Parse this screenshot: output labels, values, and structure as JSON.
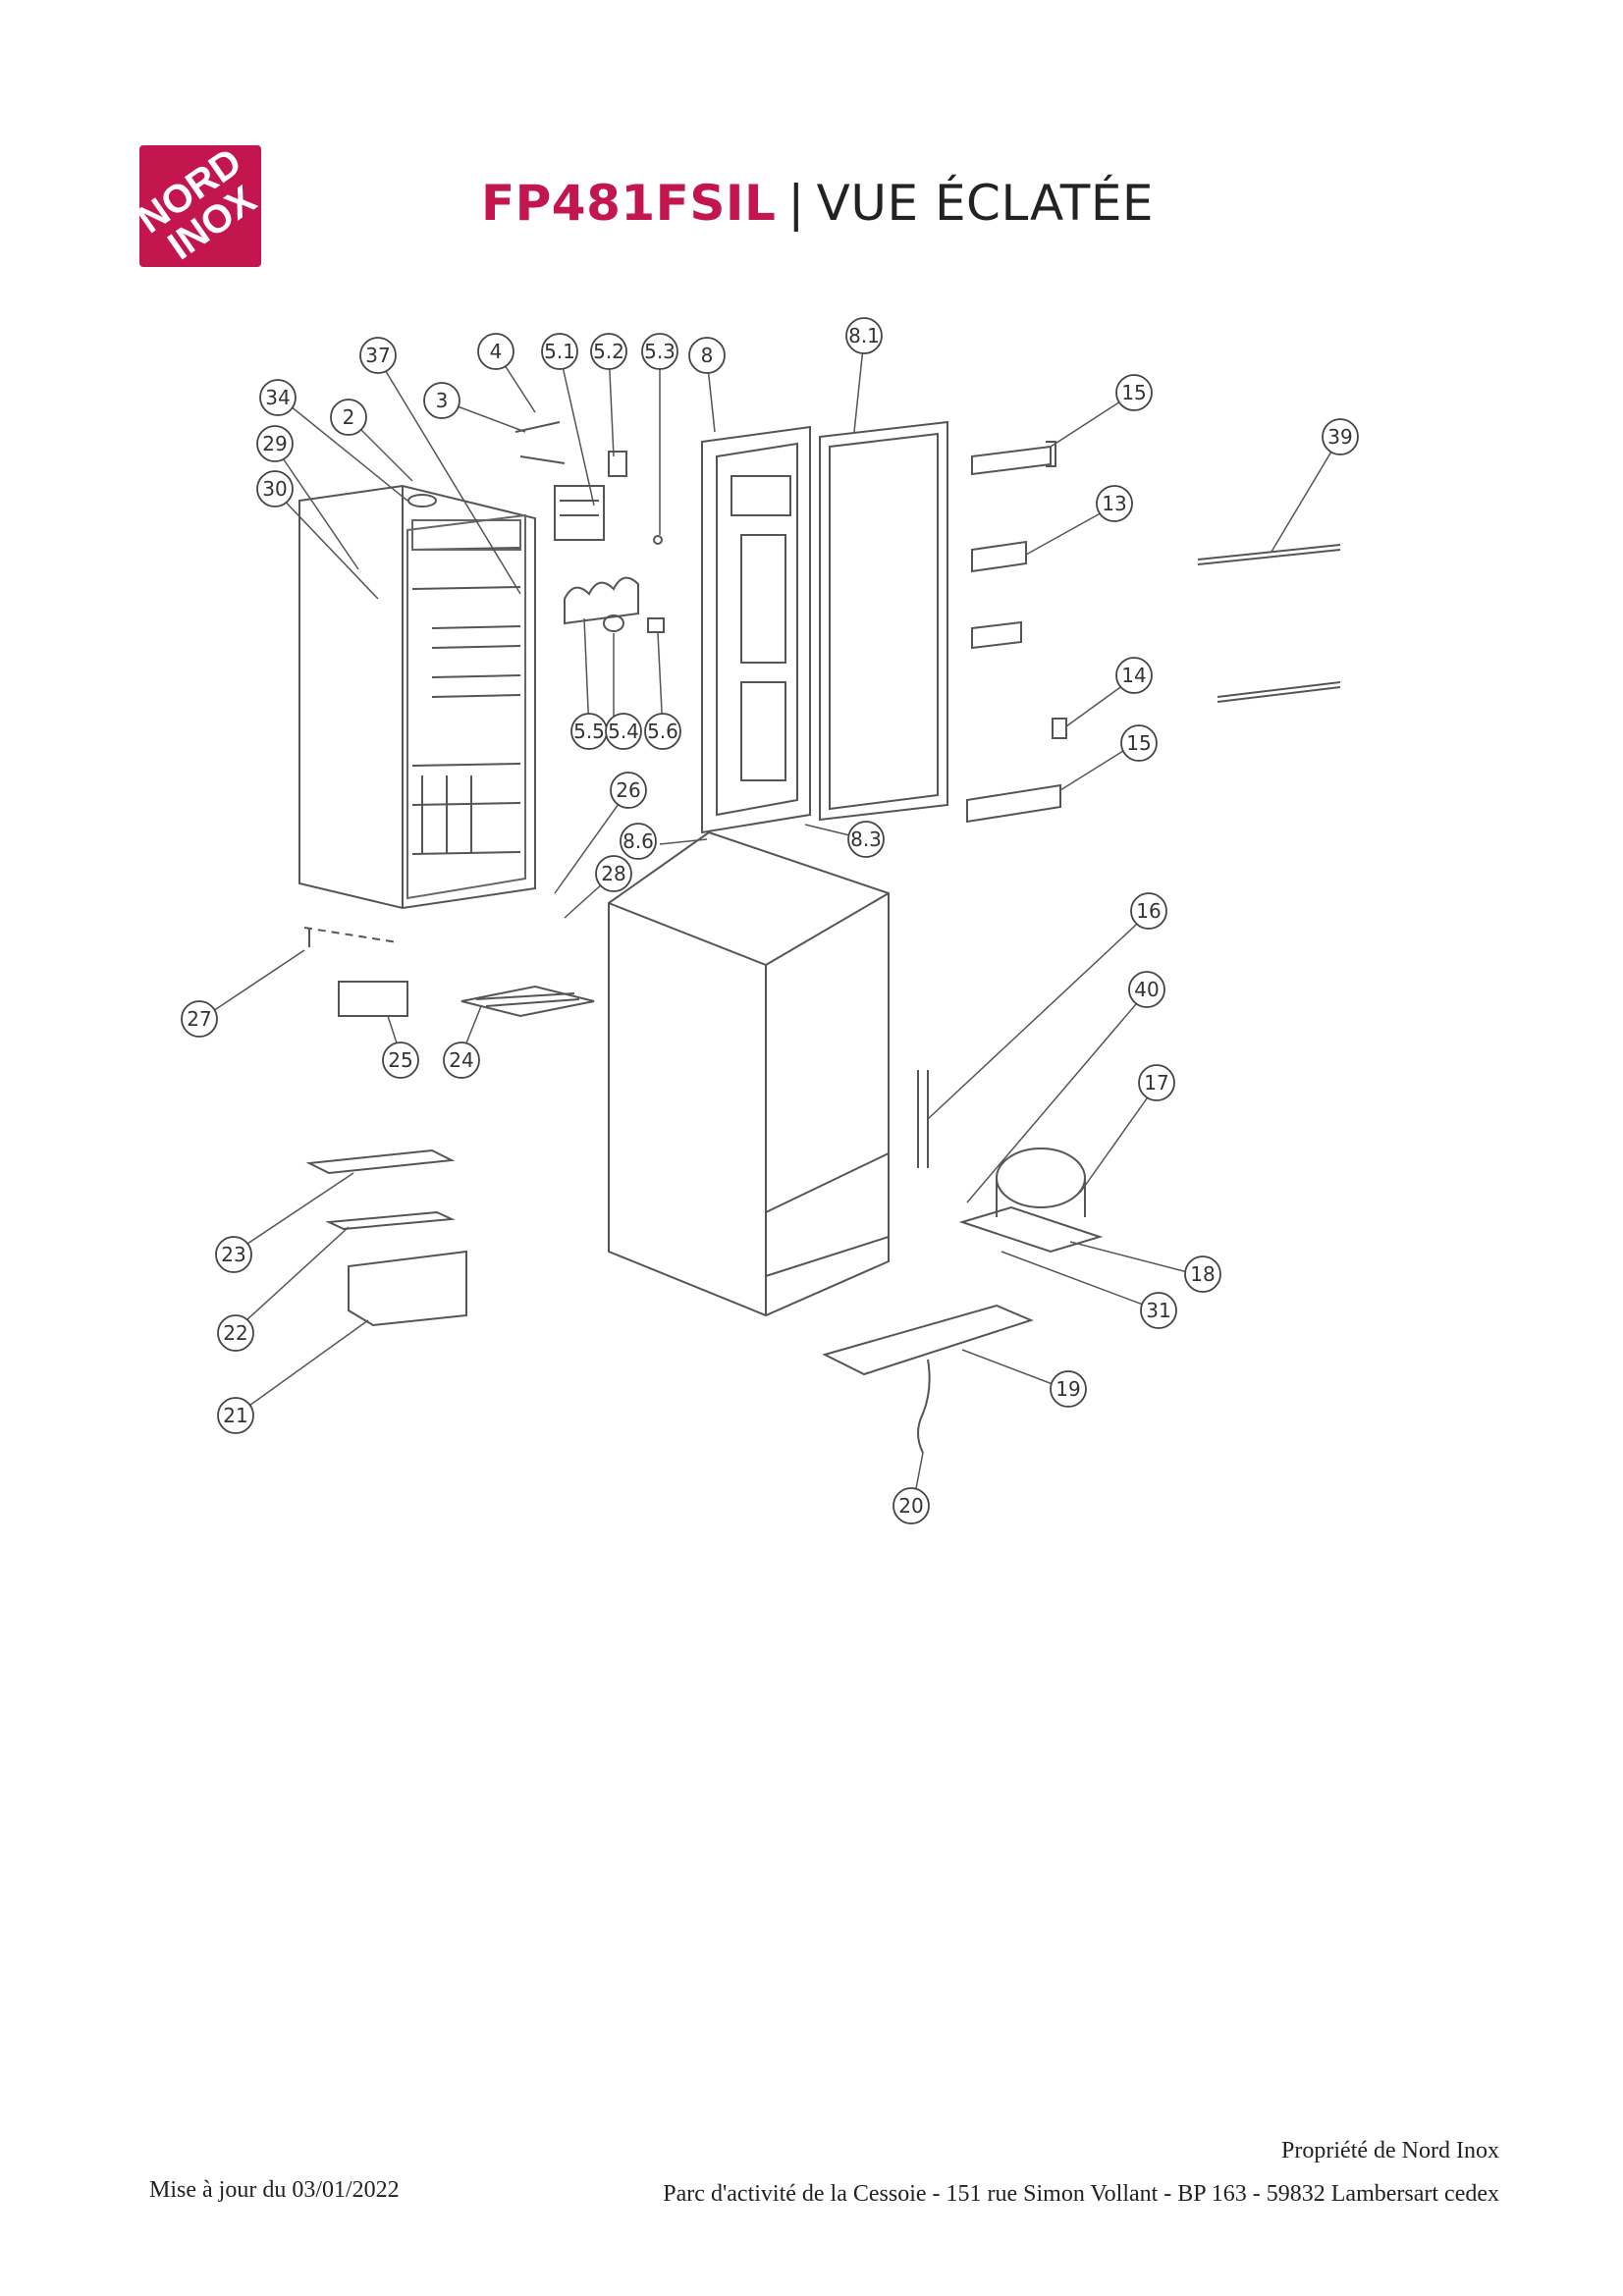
{
  "brand": {
    "logo_line1": "NORD",
    "logo_line2": "INOX",
    "color": "#c3164f"
  },
  "header": {
    "model": "FP481FSIL",
    "separator": "|",
    "subtitle": "VUE ÉCLATÉE"
  },
  "diagram": {
    "callouts": [
      "37",
      "4",
      "5.1",
      "5.2",
      "5.3",
      "8",
      "8.1",
      "34",
      "3",
      "2",
      "15",
      "39",
      "29",
      "30",
      "13",
      "5.5",
      "5.4",
      "5.6",
      "14",
      "15",
      "26",
      "8.6",
      "8.3",
      "28",
      "27",
      "25",
      "24",
      "16",
      "40",
      "17",
      "23",
      "18",
      "31",
      "22",
      "21",
      "19",
      "20"
    ]
  },
  "footer": {
    "updated": "Mise à jour du 03/01/2022",
    "owner": "Propriété de Nord Inox",
    "address": "Parc d'activité de la Cessoie - 151 rue Simon Vollant - BP 163 - 59832 Lambersart cedex"
  }
}
